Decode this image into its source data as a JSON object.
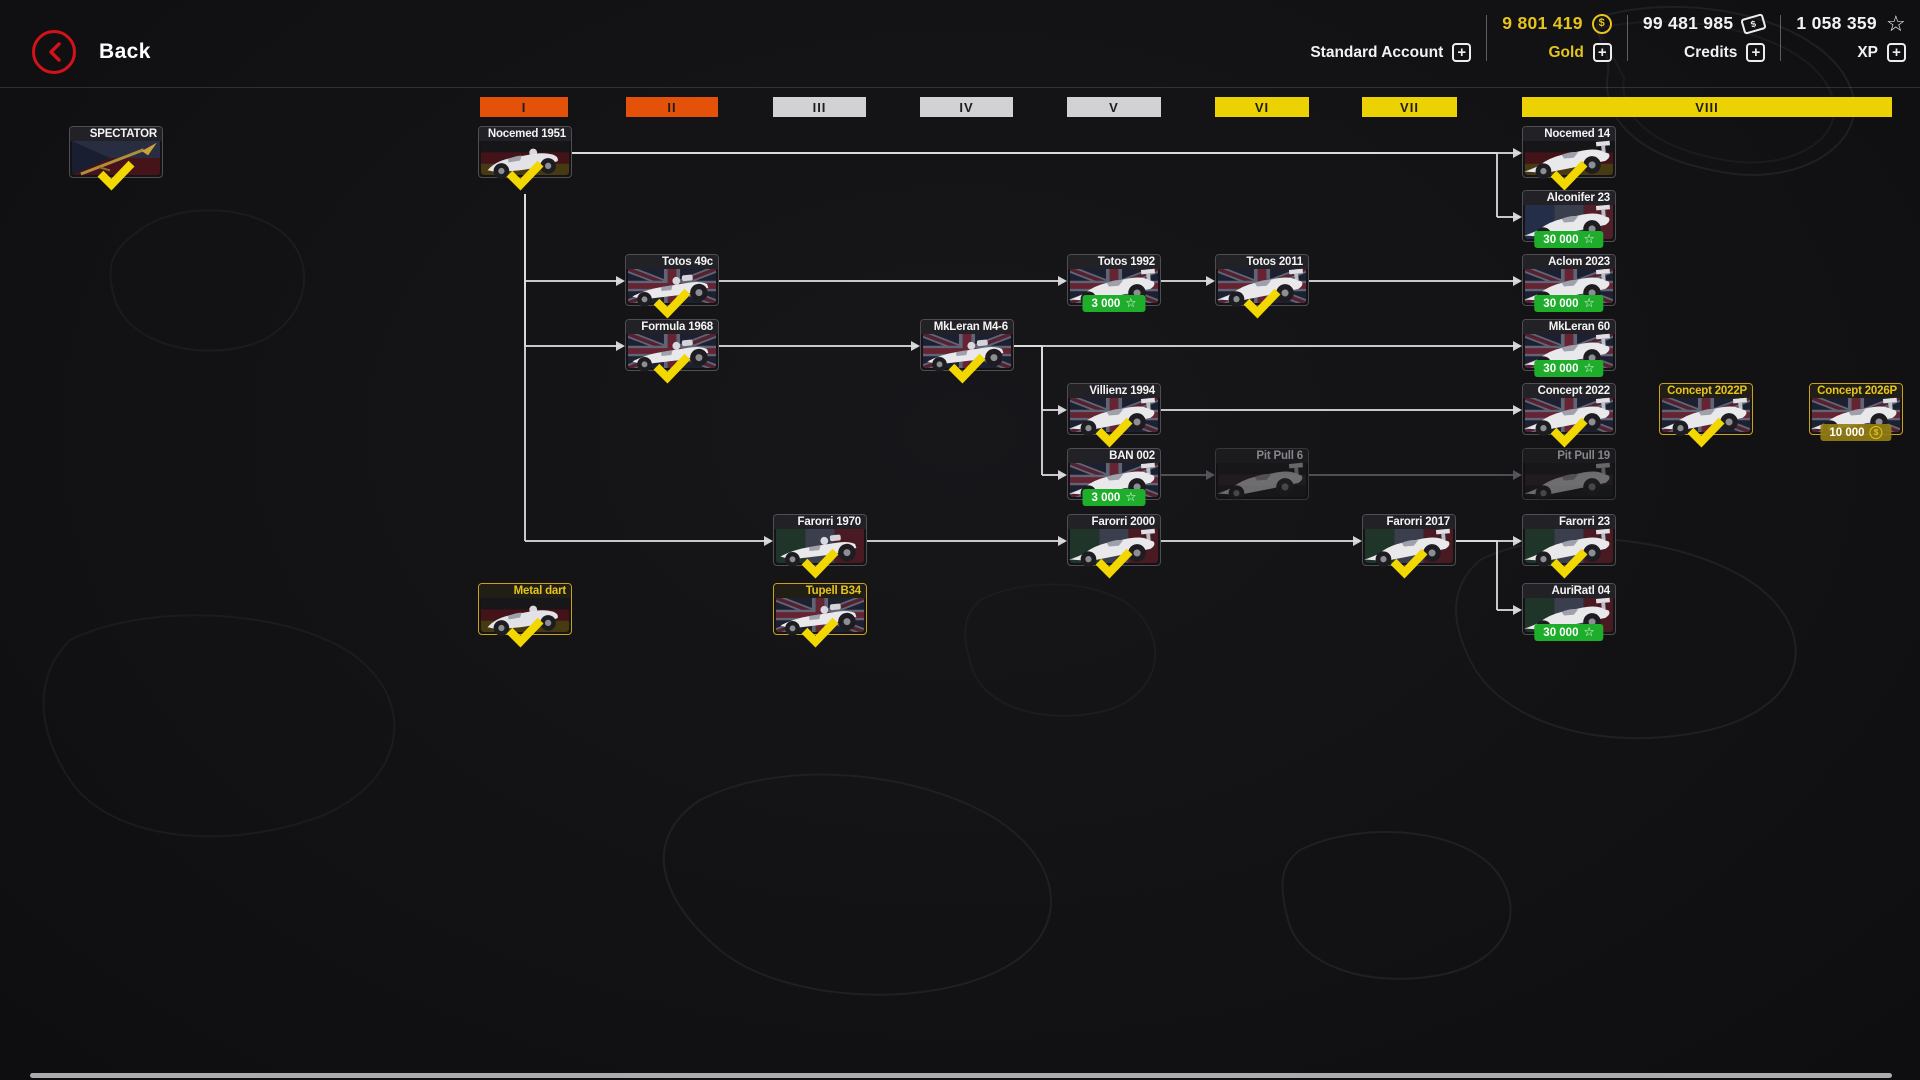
{
  "topbar": {
    "back_label": "Back",
    "account_label": "Standard Account",
    "gold": {
      "value": "9 801 419",
      "label": "Gold"
    },
    "credits": {
      "value": "99 481 985",
      "label": "Credits"
    },
    "xp": {
      "value": "1 058 359",
      "label": "XP"
    }
  },
  "icons": {
    "plus": "+",
    "gold_coin": "$",
    "credits_note": "$",
    "xp_star": "☆",
    "badge_star": "☆"
  },
  "colors": {
    "accent_red": "#D31318",
    "gold_text": "#E6C41C",
    "tier_orange": "#E4520A",
    "tier_silver": "#D2D2D4",
    "tier_yellow": "#EDD203",
    "badge_green": "#1FAE2B",
    "check_yellow": "#F2D800",
    "premium_border": "#C9A11D",
    "line_white": "#DCDCDF",
    "line_dim": "#55555C"
  },
  "tiers": [
    {
      "label": "I",
      "color": "#E4520A"
    },
    {
      "label": "II",
      "color": "#E4520A"
    },
    {
      "label": "III",
      "color": "#D2D2D4"
    },
    {
      "label": "IV",
      "color": "#D2D2D4"
    },
    {
      "label": "V",
      "color": "#D2D2D4"
    },
    {
      "label": "VI",
      "color": "#EDD203"
    },
    {
      "label": "VII",
      "color": "#EDD203"
    },
    {
      "label": "VIII",
      "color": "#EDD203"
    }
  ],
  "cards": [
    {
      "id": "spectator",
      "name": "SPECTATOR",
      "col": "spec",
      "row": 0,
      "flag": "czech",
      "vehicle": "spear",
      "owned": true,
      "premium": false,
      "locked": false,
      "badge": null
    },
    {
      "id": "nocemed1951",
      "name": "Nocemed 1951",
      "col": "c1",
      "row": 0,
      "flag": "german",
      "vehicle": "vintage",
      "owned": true,
      "premium": false,
      "locked": false,
      "badge": null
    },
    {
      "id": "metaldart",
      "name": "Metal dart",
      "col": "c1",
      "row": 7,
      "flag": "german",
      "vehicle": "vintage",
      "owned": true,
      "premium": true,
      "locked": false,
      "badge": null
    },
    {
      "id": "totos49c",
      "name": "Totos 49c",
      "col": "c2",
      "row": 2,
      "flag": "uk",
      "vehicle": "classic",
      "owned": true,
      "premium": false,
      "locked": false,
      "badge": null
    },
    {
      "id": "formula1968",
      "name": "Formula 1968",
      "col": "c2",
      "row": 3,
      "flag": "uk",
      "vehicle": "classic",
      "owned": true,
      "premium": false,
      "locked": false,
      "badge": null
    },
    {
      "id": "farorri1970",
      "name": "Farorri 1970",
      "col": "c3",
      "row": 6,
      "flag": "italy",
      "vehicle": "classic",
      "owned": true,
      "premium": false,
      "locked": false,
      "badge": null
    },
    {
      "id": "tupellb34",
      "name": "Tupell B34",
      "col": "c3",
      "row": 7,
      "flag": "uk",
      "vehicle": "classic",
      "owned": true,
      "premium": true,
      "locked": false,
      "badge": null
    },
    {
      "id": "mkleranm46",
      "name": "MkLeran M4-6",
      "col": "c4",
      "row": 3,
      "flag": "uk",
      "vehicle": "classic",
      "owned": true,
      "premium": false,
      "locked": false,
      "badge": null
    },
    {
      "id": "totos1992",
      "name": "Totos 1992",
      "col": "c5",
      "row": 2,
      "flag": "uk",
      "vehicle": "modern",
      "owned": false,
      "premium": false,
      "locked": false,
      "badge": {
        "type": "credits",
        "text": "3 000"
      }
    },
    {
      "id": "villienz1994",
      "name": "Villienz 1994",
      "col": "c5",
      "row": 4,
      "flag": "uk",
      "vehicle": "modern",
      "owned": true,
      "premium": false,
      "locked": false,
      "badge": null
    },
    {
      "id": "ban002",
      "name": "BAN 002",
      "col": "c5",
      "row": 5,
      "flag": "uk",
      "vehicle": "modern",
      "owned": false,
      "premium": false,
      "locked": false,
      "badge": {
        "type": "credits",
        "text": "3 000"
      }
    },
    {
      "id": "farorri2000",
      "name": "Farorri 2000",
      "col": "c5",
      "row": 6,
      "flag": "italy",
      "vehicle": "modern",
      "owned": true,
      "premium": false,
      "locked": false,
      "badge": null
    },
    {
      "id": "totos2011",
      "name": "Totos 2011",
      "col": "c6",
      "row": 2,
      "flag": "uk",
      "vehicle": "modern",
      "owned": true,
      "premium": false,
      "locked": false,
      "badge": null
    },
    {
      "id": "pitpull6",
      "name": "Pit Pull 6",
      "col": "c6",
      "row": 5,
      "flag": "austria",
      "vehicle": "modern",
      "owned": false,
      "premium": false,
      "locked": true,
      "badge": null
    },
    {
      "id": "farorri2017",
      "name": "Farorri 2017",
      "col": "c7",
      "row": 6,
      "flag": "italy",
      "vehicle": "modern",
      "owned": true,
      "premium": false,
      "locked": false,
      "badge": null
    },
    {
      "id": "nocemed14",
      "name": "Nocemed 14",
      "col": "c8",
      "row": 0,
      "flag": "german",
      "vehicle": "modern",
      "owned": true,
      "premium": false,
      "locked": false,
      "badge": null
    },
    {
      "id": "alconifer23",
      "name": "Alconifer 23",
      "col": "c8",
      "row": 1,
      "flag": "france",
      "vehicle": "modern",
      "owned": false,
      "premium": false,
      "locked": false,
      "badge": {
        "type": "credits",
        "text": "30 000"
      }
    },
    {
      "id": "aclom2023",
      "name": "Aclom 2023",
      "col": "c8",
      "row": 2,
      "flag": "uk",
      "vehicle": "modern",
      "owned": false,
      "premium": false,
      "locked": false,
      "badge": {
        "type": "credits",
        "text": "30 000"
      }
    },
    {
      "id": "mkleran60",
      "name": "MkLeran 60",
      "col": "c8",
      "row": 3,
      "flag": "uk",
      "vehicle": "modern",
      "owned": false,
      "premium": false,
      "locked": false,
      "badge": {
        "type": "credits",
        "text": "30 000"
      }
    },
    {
      "id": "concept2022",
      "name": "Concept 2022",
      "col": "c8",
      "row": 4,
      "flag": "uk",
      "vehicle": "modern",
      "owned": true,
      "premium": false,
      "locked": false,
      "badge": null
    },
    {
      "id": "pitpull19",
      "name": "Pit Pull 19",
      "col": "c8",
      "row": 5,
      "flag": "austria",
      "vehicle": "modern",
      "owned": false,
      "premium": false,
      "locked": true,
      "badge": null
    },
    {
      "id": "farorri23",
      "name": "Farorri 23",
      "col": "c8",
      "row": 6,
      "flag": "italy",
      "vehicle": "modern",
      "owned": true,
      "premium": false,
      "locked": false,
      "badge": null
    },
    {
      "id": "auriratl04",
      "name": "AuriRatl 04",
      "col": "c8",
      "row": 7,
      "flag": "italy",
      "vehicle": "modern",
      "owned": false,
      "premium": false,
      "locked": false,
      "badge": {
        "type": "credits",
        "text": "30 000"
      }
    },
    {
      "id": "concept2022p",
      "name": "Concept 2022P",
      "col": "c8b",
      "row": 4,
      "flag": "uk",
      "vehicle": "modern",
      "owned": true,
      "premium": true,
      "locked": false,
      "badge": null
    },
    {
      "id": "concept2026p",
      "name": "Concept 2026P",
      "col": "c8c",
      "row": 4,
      "flag": "uk",
      "vehicle": "modern",
      "owned": false,
      "premium": true,
      "locked": false,
      "badge": {
        "type": "gold",
        "text": "10 000"
      }
    }
  ],
  "connections": [
    {
      "from": "nocemed1951",
      "to": "nocemed14",
      "route": "h",
      "dim": false
    },
    {
      "from": "nocemed1951",
      "to": "totos49c",
      "route": "ds",
      "dim": false
    },
    {
      "from": "nocemed1951",
      "to": "formula1968",
      "route": "ds",
      "dim": false
    },
    {
      "from": "nocemed1951",
      "to": "farorri1970",
      "route": "ds",
      "dim": false
    },
    {
      "from": "nocemed1951",
      "to": "alconifer23",
      "route": "dbt",
      "dim": false
    },
    {
      "from": "totos49c",
      "to": "totos1992",
      "route": "h",
      "dim": false
    },
    {
      "from": "totos1992",
      "to": "totos2011",
      "route": "h",
      "dim": false
    },
    {
      "from": "totos2011",
      "to": "aclom2023",
      "route": "h",
      "dim": false
    },
    {
      "from": "formula1968",
      "to": "mkleranm46",
      "route": "h",
      "dim": false
    },
    {
      "from": "mkleranm46",
      "to": "mkleran60",
      "route": "h",
      "dim": false
    },
    {
      "from": "mkleranm46",
      "to": "villienz1994",
      "route": "dbt",
      "dim": false
    },
    {
      "from": "mkleranm46",
      "to": "ban002",
      "route": "dbt",
      "dim": false
    },
    {
      "from": "villienz1994",
      "to": "concept2022",
      "route": "h",
      "dim": false
    },
    {
      "from": "ban002",
      "to": "pitpull6",
      "route": "h",
      "dim": true
    },
    {
      "from": "pitpull6",
      "to": "pitpull19",
      "route": "h",
      "dim": true
    },
    {
      "from": "farorri1970",
      "to": "farorri2000",
      "route": "h",
      "dim": false
    },
    {
      "from": "farorri2000",
      "to": "farorri2017",
      "route": "h",
      "dim": false
    },
    {
      "from": "farorri2017",
      "to": "farorri23",
      "route": "h",
      "dim": false
    },
    {
      "from": "farorri2017",
      "to": "auriratl04",
      "route": "dbt",
      "dim": false
    }
  ]
}
